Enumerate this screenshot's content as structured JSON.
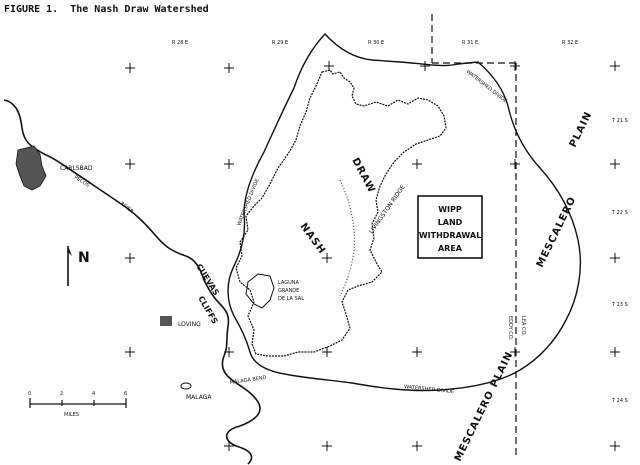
{
  "figure_title": "FIGURE 1.  The Nash Draw Watershed",
  "range_labels": [
    "R 28 E",
    "R 29 E",
    "R 30 E",
    "R 31 E",
    "R 32 E"
  ],
  "township_labels": [
    "T 21 S",
    "T 22 S",
    "T 23 S",
    "T 24 S"
  ],
  "places": {
    "carlsbad": "CARLSBAD",
    "loving": "LOVING",
    "malaga": "MALAGA",
    "lake_line1": "LAGUNA",
    "lake_line2": "GRANDE",
    "lake_line3": "DE LA SAL"
  },
  "features": {
    "pecos_river_1": "PECOS",
    "pecos_river_2": "RIVER",
    "cuevas_1": "CUEVAS",
    "cuevas_2": "CLIFFS",
    "nash": "NASH",
    "draw": "DRAW",
    "livingston_ridge": "LIVINGSTON RIDGE",
    "mescalero_right": "MESCALERO",
    "plain_right": "PLAIN",
    "mescalero_bottom": "MESCALERO",
    "plain_bottom": "PLAIN",
    "watershed_divide_left": "WATERSHED DIVIDE",
    "watershed_divide_top": "WATERSHED DIVIDE",
    "watershed_divide_bottom": "WATERSHED DIVIDE",
    "malaga_bend": "MALAGA BEND",
    "eddy_co": "EDDY CO.",
    "lea_co": "LEA CO."
  },
  "wipp_box": [
    "WIPP",
    "LAND",
    "WITHDRAWAL",
    "AREA"
  ],
  "north_arrow": "N",
  "scale": {
    "ticks": [
      "0",
      "2",
      "4",
      "6"
    ],
    "unit": "MILES"
  }
}
